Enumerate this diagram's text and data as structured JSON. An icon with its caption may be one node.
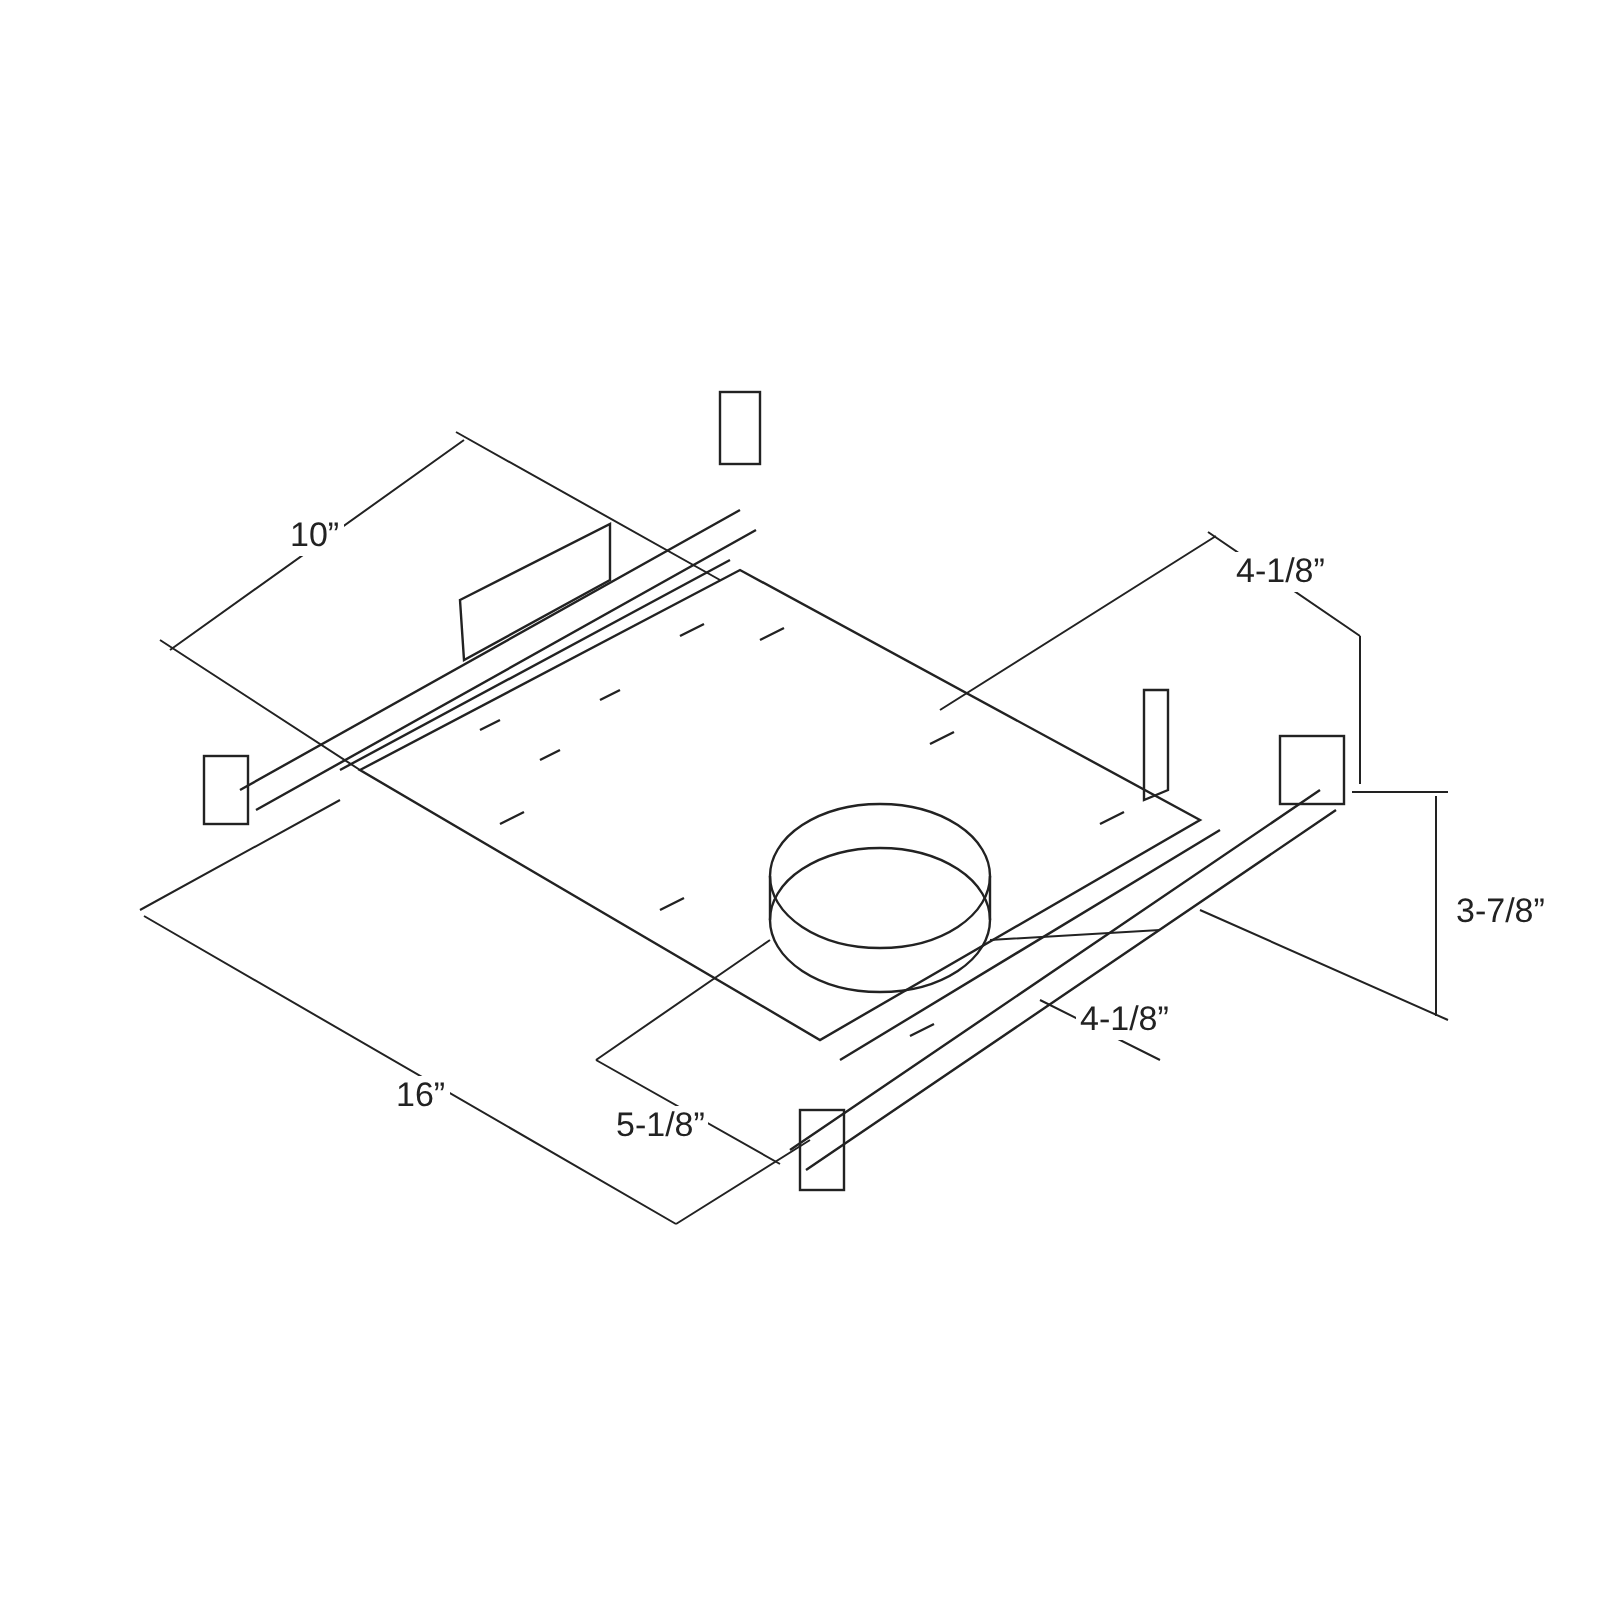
{
  "diagram": {
    "labels": [
      "10”",
      "4-1/8”",
      "3-7/8”",
      "4-1/8”",
      "16”",
      "5-1/8”"
    ]
  }
}
